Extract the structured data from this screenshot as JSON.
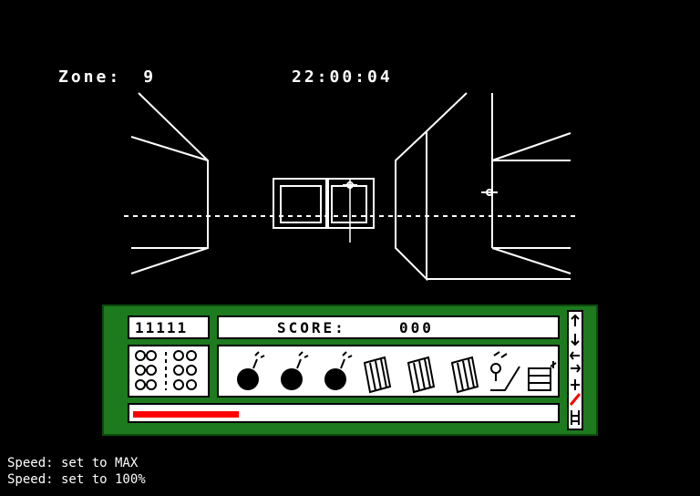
{
  "hud": {
    "zone_label": "Zone:",
    "zone_value": "9",
    "clock": "22:00:04"
  },
  "panel": {
    "lives": "11111",
    "score_label": "SCORE:",
    "score_value": "000",
    "energy_fraction": 0.25,
    "energy_color": "#ff0000",
    "panel_color": "#1e7a1e",
    "inventory": [
      {
        "icon": "bomb-icon"
      },
      {
        "icon": "bomb-icon"
      },
      {
        "icon": "bomb-icon"
      },
      {
        "icon": "canister-icon"
      },
      {
        "icon": "canister-icon"
      },
      {
        "icon": "canister-icon"
      },
      {
        "icon": "vacuum-icon"
      },
      {
        "icon": "box-icon"
      }
    ]
  },
  "messages": [
    "Speed: set to MAX",
    "Speed: set to 100%"
  ]
}
